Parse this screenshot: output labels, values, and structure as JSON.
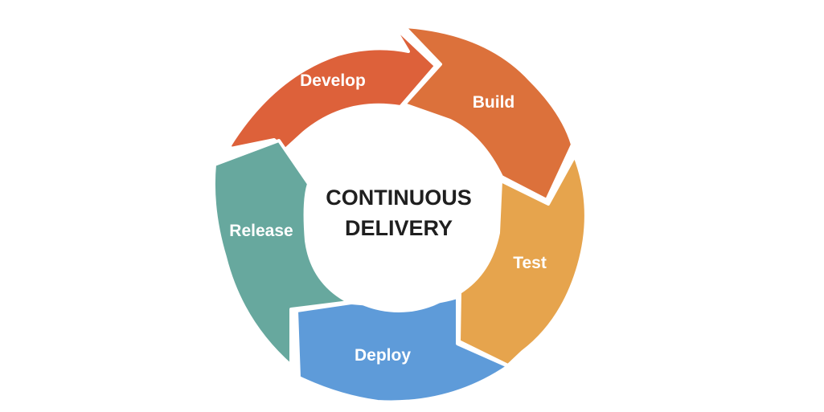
{
  "center": {
    "line1": "CONTINUOUS",
    "line2": "DELIVERY"
  },
  "stages": [
    {
      "id": "develop",
      "label": "Develop",
      "color": "#dd613a"
    },
    {
      "id": "build",
      "label": "Build",
      "color": "#dc713b"
    },
    {
      "id": "test",
      "label": "Test",
      "color": "#e6a44d"
    },
    {
      "id": "deploy",
      "label": "Deploy",
      "color": "#5e9bd9"
    },
    {
      "id": "release",
      "label": "Release",
      "color": "#67a89e"
    }
  ]
}
